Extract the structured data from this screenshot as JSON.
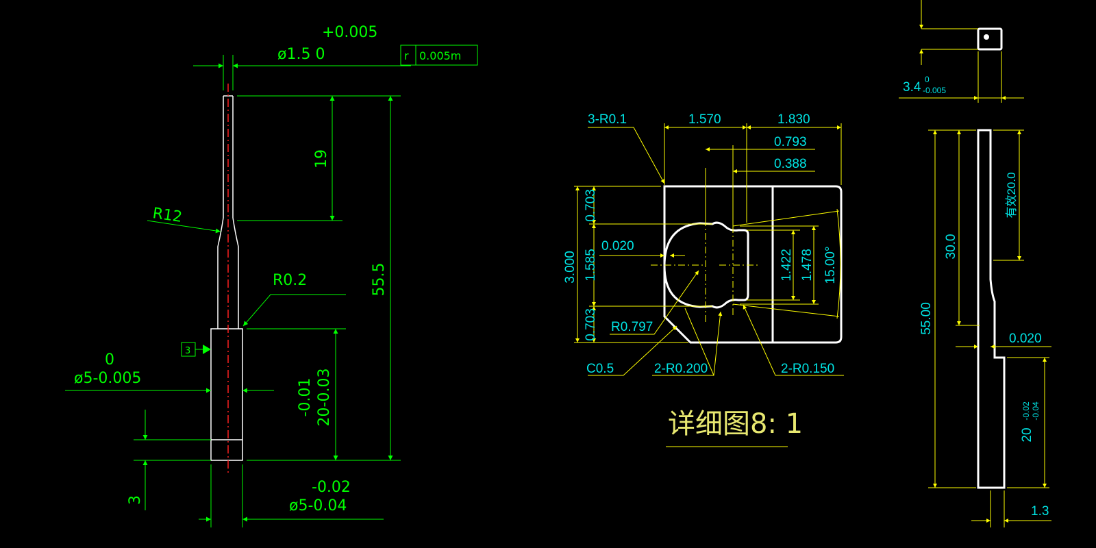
{
  "left_view": {
    "dia_top_tol": "+0.005",
    "dia_top": "ø1.5 0",
    "frame_symbol": "r",
    "frame_value": "0.005m",
    "dim_19": "19",
    "dim_55_5": "55.5",
    "r12": "R12",
    "r0_2": "R0.2",
    "datum": "3",
    "dia5_tol_upper": "0",
    "dia5_label": "ø5-0.005",
    "len20_label": "-0.01\n20-0.03",
    "len20_line1": "-0.01",
    "len20_line2": "20-0.03",
    "dim_3": "3",
    "dia5b_tol": "-0.02",
    "dia5b_label": "ø5-0.04"
  },
  "detail_view": {
    "r0_1": "3-R0.1",
    "d1570": "1.570",
    "d1830": "1.830",
    "d0793": "0.793",
    "d0388": "0.388",
    "d3000": "3.000",
    "d1585": "1.585",
    "d0703a": "0.703",
    "d0703b": "0.703",
    "d0020": "0.020",
    "d1422": "1.422",
    "d1478": "1.478",
    "d15deg": "15.00°",
    "r0797": "R0.797",
    "c05": "C0.5",
    "r0200": "2-R0.200",
    "r0150": "2-R0.150",
    "title": "详细图8: 1"
  },
  "right_view": {
    "d3_4": "3.4",
    "d3_4_tol_up": "0",
    "d3_4_tol_low": "-0.005",
    "d55": "55.00",
    "d30": "30.0",
    "d20_eff": "有效20.0",
    "d0020": "0.020",
    "d20": "20",
    "d20_tol_up": "-0.02",
    "d20_tol_low": "-0.04",
    "d1_3": "1.3"
  },
  "colors": {
    "background": "#000000",
    "dimension_green": "#00ff00",
    "dimension_yellow": "#ffff00",
    "text_cyan": "#00e5e5",
    "outline_white": "#ffffff",
    "centerline_red": "#ff2020"
  }
}
